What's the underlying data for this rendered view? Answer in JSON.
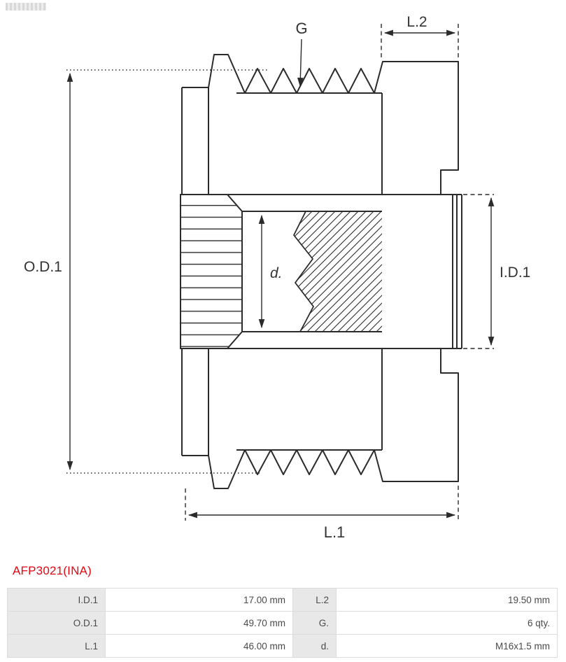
{
  "part_number": "AFP3021(INA)",
  "diagram": {
    "labels": {
      "g": "G",
      "l2": "L.2",
      "od1": "O.D.1",
      "id1": "I.D.1",
      "d": "d.",
      "l1": "L.1"
    }
  },
  "spec_table": {
    "rows": [
      {
        "label1": "I.D.1",
        "value1": "17.00 mm",
        "label2": "L.2",
        "value2": "19.50 mm"
      },
      {
        "label1": "O.D.1",
        "value1": "49.70 mm",
        "label2": "G.",
        "value2": "6 qty."
      },
      {
        "label1": "L.1",
        "value1": "46.00 mm",
        "label2": "d.",
        "value2": "M16x1.5 mm"
      }
    ]
  },
  "colors": {
    "accent_red": "#e30613",
    "line_color": "#2b2b2b",
    "table_label_bg": "#e8e8e8",
    "table_border": "#dcdcdc"
  }
}
